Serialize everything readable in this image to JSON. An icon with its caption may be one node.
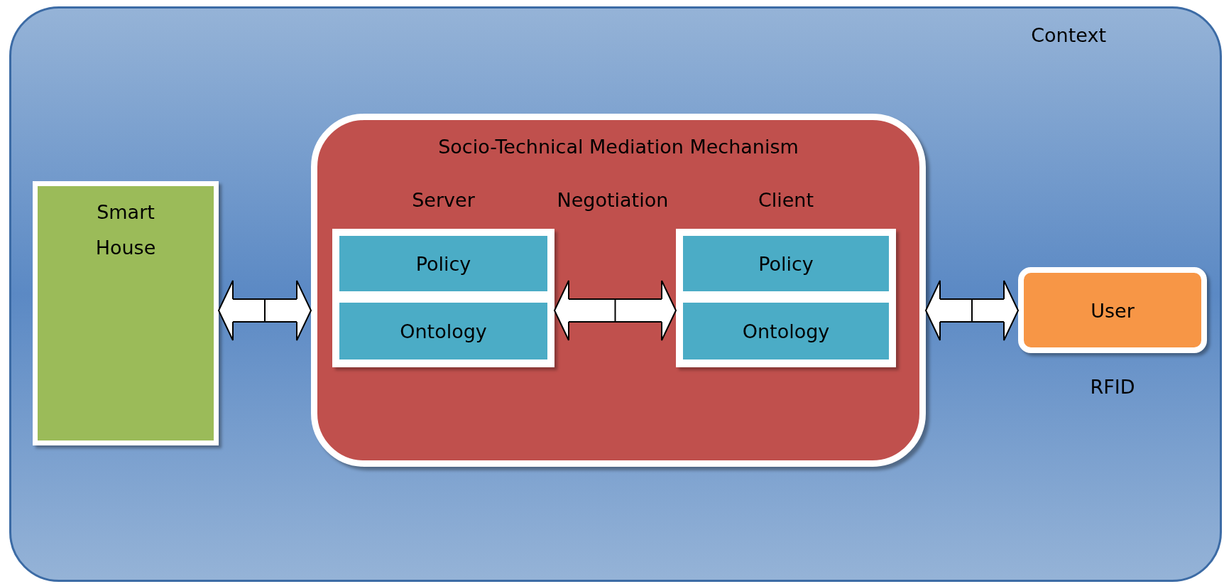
{
  "diagram": {
    "nodes": [
      {
        "text": [
          "Context"
        ]
      },
      {
        "text": [
          "Smart House"
        ],
        "in": 0
      },
      {
        "text": [
          "Socio-Technical Mediation Mechanism"
        ],
        "in": 0
      },
      {
        "text": [
          "Server"
        ],
        "in": 2
      },
      {
        "text": [
          "Policy"
        ],
        "in": 3
      },
      {
        "text": [
          "Ontology"
        ],
        "in": 3
      },
      {
        "text": [
          "Client"
        ],
        "in": 2
      },
      {
        "text": [
          "Policy"
        ],
        "in": 6
      },
      {
        "text": [
          "Ontology"
        ],
        "in": 6
      },
      {
        "text": [
          "User"
        ],
        "in": 0,
        "beside": [
          "RFID"
        ]
      }
    ],
    "edges": [
      {
        "from": 1,
        "to": 2,
        "arrow": "both"
      },
      {
        "from": 3,
        "to": 6,
        "arrow": "both"
      },
      {
        "from": 2,
        "to": 9,
        "arrow": "both"
      }
    ],
    "labels": [
      "Negotiation"
    ]
  }
}
